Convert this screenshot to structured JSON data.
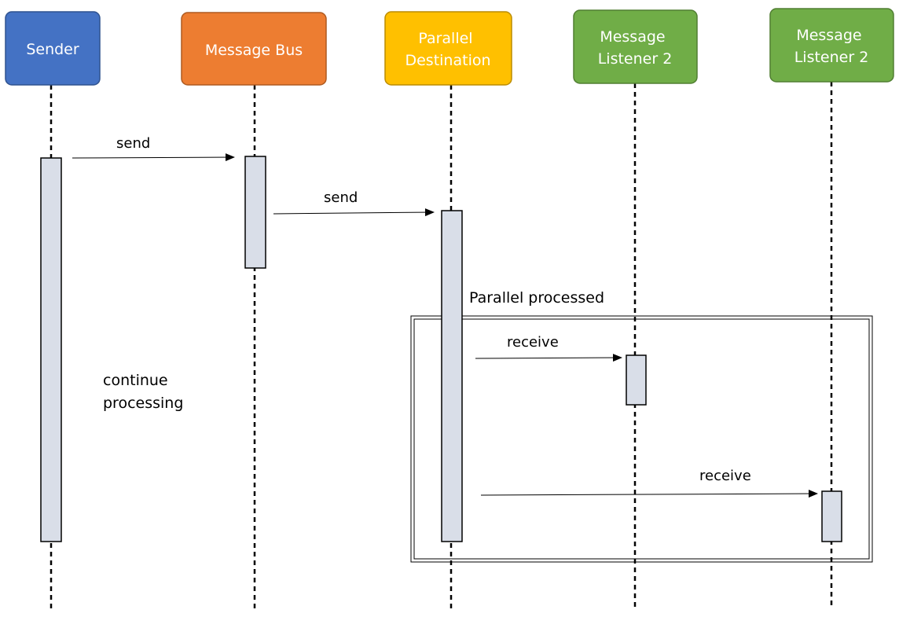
{
  "diagram": {
    "actors": [
      {
        "id": "sender",
        "lines": [
          "Sender"
        ],
        "fill": "#4472C4",
        "stroke": "#2F528F"
      },
      {
        "id": "bus",
        "lines": [
          "Message Bus"
        ],
        "fill": "#ED7D31",
        "stroke": "#AE5A21"
      },
      {
        "id": "parallel",
        "lines": [
          "Parallel",
          "Destination"
        ],
        "fill": "#FFC000",
        "stroke": "#BC8C00"
      },
      {
        "id": "listener-a",
        "lines": [
          "Message",
          "Listener 2"
        ],
        "fill": "#70AD47",
        "stroke": "#507E32"
      },
      {
        "id": "listener-b",
        "lines": [
          "Message",
          "Listener 2"
        ],
        "fill": "#70AD47",
        "stroke": "#507E32"
      }
    ],
    "messages": [
      {
        "from": "sender",
        "to": "bus",
        "label": "send"
      },
      {
        "from": "bus",
        "to": "parallel",
        "label": "send"
      },
      {
        "from": "parallel",
        "to": "listener-a",
        "label": "receive"
      },
      {
        "from": "parallel",
        "to": "listener-b",
        "label": "receive"
      }
    ],
    "fragment_label": "Parallel processed",
    "sender_note": [
      "continue",
      "processing"
    ],
    "activation_fill": "#D9DEE8"
  }
}
